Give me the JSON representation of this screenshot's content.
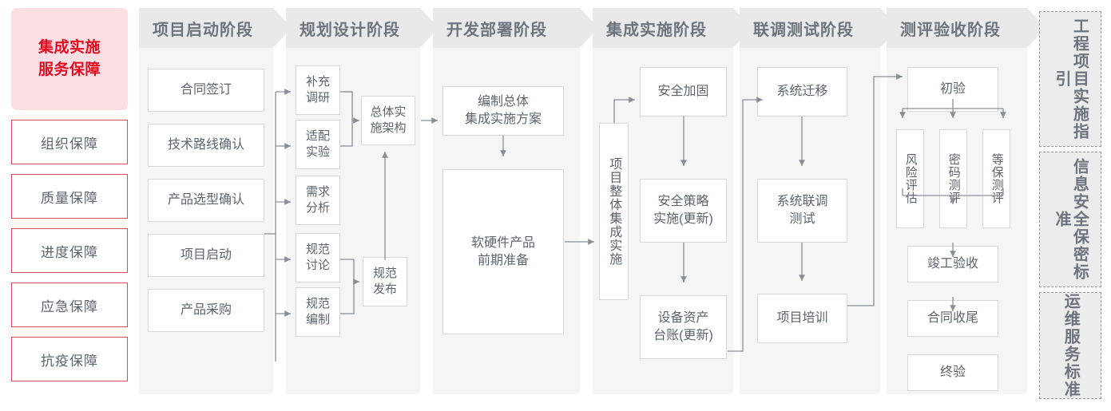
{
  "colors": {
    "brand_red": "#e30b20",
    "brand_red_bg": "#fcdfe4",
    "red_border": "#d94a5a",
    "phase_header_bg": "#e9e9e9",
    "phase_body_bg": "#f5f5f5",
    "node_border": "#d8d8d8",
    "text_gray": "#5e646e",
    "rail_bg": "#ececec",
    "rail_border": "#9a9a9a",
    "wire": "#8a8f96"
  },
  "left_sidebar": {
    "brand_title": "集成实施\n服务保障",
    "brand_title_line1": "集成实施",
    "brand_title_line2": "服务保障",
    "items": [
      {
        "label": "组织保障"
      },
      {
        "label": "质量保障"
      },
      {
        "label": "进度保障"
      },
      {
        "label": "应急保障"
      },
      {
        "label": "抗疫保障"
      }
    ]
  },
  "phases": [
    {
      "id": "startup",
      "title": "项目启动阶段",
      "nodes": [
        {
          "id": "contract-sign",
          "label": "合同签订"
        },
        {
          "id": "tech-route",
          "label": "技术路线确认"
        },
        {
          "id": "product-select",
          "label": "产品选型确认"
        },
        {
          "id": "project-kickoff",
          "label": "项目启动"
        },
        {
          "id": "product-purchase",
          "label": "产品采购"
        }
      ]
    },
    {
      "id": "planning",
      "title": "规划设计阶段",
      "nodes": [
        {
          "id": "extra-research",
          "label": "补充\n调研",
          "line1": "补充",
          "line2": "调研"
        },
        {
          "id": "adapt-test",
          "label": "适配\n实验",
          "line1": "适配",
          "line2": "实验"
        },
        {
          "id": "req-analysis",
          "label": "需求\n分析",
          "line1": "需求",
          "line2": "分析"
        },
        {
          "id": "spec-discuss",
          "label": "规范\n讨论",
          "line1": "规范",
          "line2": "讨论"
        },
        {
          "id": "spec-draft",
          "label": "规范\n编制",
          "line1": "规范",
          "line2": "编制"
        },
        {
          "id": "overall-arch",
          "label": "总体实\n施架构",
          "line1": "总体实",
          "line2": "施架构"
        },
        {
          "id": "spec-release",
          "label": "规范\n发布",
          "line1": "规范",
          "line2": "发布"
        }
      ]
    },
    {
      "id": "deploy",
      "title": "开发部署阶段",
      "nodes": [
        {
          "id": "overall-plan",
          "label": "编制总体\n集成实施方案",
          "line1": "编制总体",
          "line2": "集成实施方案"
        },
        {
          "id": "hw-sw-prep",
          "label": "软硬件产品\n前期准备",
          "line1": "软硬件产品",
          "line2": "前期准备"
        }
      ]
    },
    {
      "id": "integration",
      "title": "集成实施阶段",
      "nodes": [
        {
          "id": "overall-integration",
          "label": "项目整体集成实施"
        },
        {
          "id": "security-harden",
          "label": "安全加固"
        },
        {
          "id": "security-policy",
          "label": "安全策略\n实施(更新)",
          "line1": "安全策略",
          "line2": "实施(更新)"
        },
        {
          "id": "asset-ledger",
          "label": "设备资产\n台账(更新)",
          "line1": "设备资产",
          "line2": "台账(更新)"
        }
      ]
    },
    {
      "id": "jointtest",
      "title": "联调测试阶段",
      "nodes": [
        {
          "id": "system-migrate",
          "label": "系统迁移"
        },
        {
          "id": "joint-test",
          "label": "系统联调\n测试",
          "line1": "系统联调",
          "line2": "测试"
        },
        {
          "id": "project-training",
          "label": "项目培训"
        }
      ]
    },
    {
      "id": "acceptance",
      "title": "测评验收阶段",
      "nodes": [
        {
          "id": "initial-accept",
          "label": "初验"
        },
        {
          "id": "risk-assess",
          "label": "风险评估"
        },
        {
          "id": "crypto-eval",
          "label": "密码测评"
        },
        {
          "id": "grade-eval",
          "label": "等保测评"
        },
        {
          "id": "completion-accept",
          "label": "竣工验收"
        },
        {
          "id": "contract-close",
          "label": "合同收尾"
        },
        {
          "id": "final-accept",
          "label": "终验"
        }
      ]
    }
  ],
  "right_rails": [
    {
      "id": "engineering-guide",
      "label": "工程项目实施指引"
    },
    {
      "id": "infosec-standard",
      "label": "信息安全保密标准"
    },
    {
      "id": "ops-standard",
      "label": "运维服务标准"
    }
  ]
}
